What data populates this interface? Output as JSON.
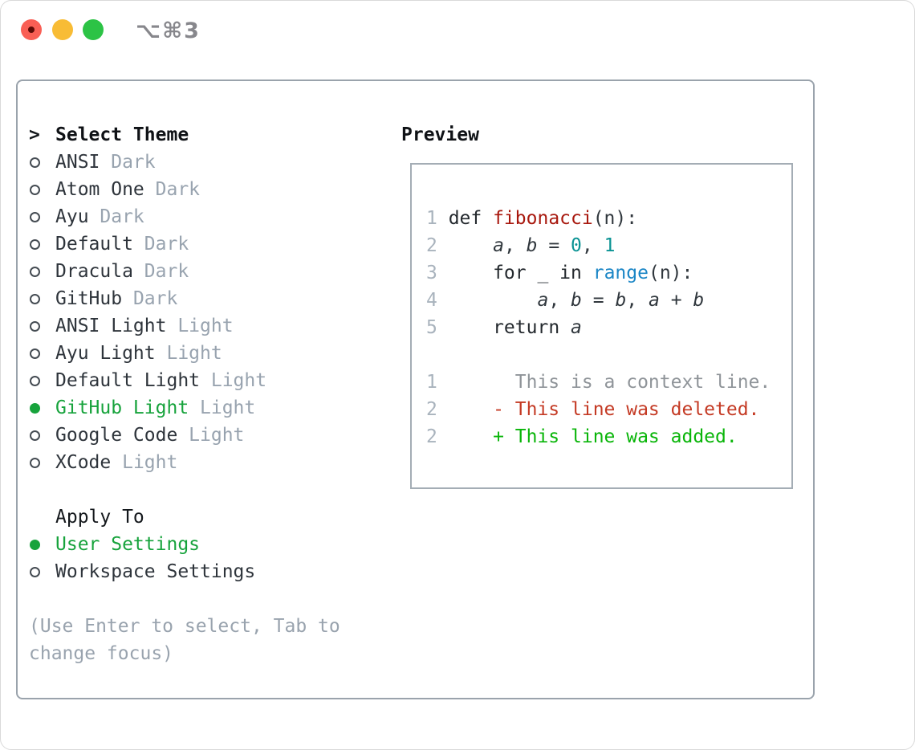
{
  "window": {
    "title": "⌥⌘3"
  },
  "colors": {
    "accent_green": "#17a33c",
    "added_green": "#09b509",
    "deleted_red": "#c43a24",
    "function_red": "#a8180e",
    "builtin_blue": "#1b86c6",
    "number_teal": "#0b9394",
    "muted_gray": "#98a3af",
    "border_gray": "#9aa3ac"
  },
  "theme_list": {
    "header": {
      "marker": ">",
      "label": "Select Theme"
    },
    "items": [
      {
        "name": "ANSI",
        "suffix": "Dark",
        "state": "normal"
      },
      {
        "name": "Atom One",
        "suffix": "Dark",
        "state": "normal"
      },
      {
        "name": "Ayu",
        "suffix": "Dark",
        "state": "normal"
      },
      {
        "name": "Default",
        "suffix": "Dark",
        "state": "normal"
      },
      {
        "name": "Dracula",
        "suffix": "Dark",
        "state": "normal"
      },
      {
        "name": "GitHub",
        "suffix": "Dark",
        "state": "normal"
      },
      {
        "name": "ANSI Light",
        "suffix": "Light",
        "state": "normal"
      },
      {
        "name": "Ayu Light",
        "suffix": "Light",
        "state": "normal"
      },
      {
        "name": "Default Light",
        "suffix": "Light",
        "state": "normal"
      },
      {
        "name": "GitHub Light",
        "suffix": "Light",
        "state": "selected"
      },
      {
        "name": "Google Code",
        "suffix": "Light",
        "state": "normal"
      },
      {
        "name": "XCode",
        "suffix": "Light",
        "state": "normal"
      }
    ]
  },
  "apply_to": {
    "header": "Apply To",
    "items": [
      {
        "name": "User Settings",
        "state": "selected"
      },
      {
        "name": "Workspace Settings",
        "state": "normal"
      }
    ]
  },
  "hint": {
    "line1": "(Use Enter to select, Tab to",
    "line2": "change focus)"
  },
  "preview": {
    "title": "Preview",
    "lines": [
      {
        "num": "1",
        "segs": [
          {
            "t": "def ",
            "s": "k"
          },
          {
            "t": "fibonacci",
            "s": "nf"
          },
          {
            "t": "(n):",
            "s": "p"
          }
        ]
      },
      {
        "num": "2",
        "segs": [
          {
            "t": "    ",
            "s": "p"
          },
          {
            "t": "a",
            "s": "v"
          },
          {
            "t": ", ",
            "s": "p"
          },
          {
            "t": "b",
            "s": "v"
          },
          {
            "t": " = ",
            "s": "p"
          },
          {
            "t": "0",
            "s": "m"
          },
          {
            "t": ", ",
            "s": "p"
          },
          {
            "t": "1",
            "s": "m"
          }
        ]
      },
      {
        "num": "3",
        "segs": [
          {
            "t": "    ",
            "s": "p"
          },
          {
            "t": "for",
            "s": "k"
          },
          {
            "t": " _ ",
            "s": "p"
          },
          {
            "t": "in",
            "s": "k"
          },
          {
            "t": " ",
            "s": "p"
          },
          {
            "t": "range",
            "s": "nb"
          },
          {
            "t": "(n):",
            "s": "p"
          }
        ]
      },
      {
        "num": "4",
        "segs": [
          {
            "t": "        ",
            "s": "p"
          },
          {
            "t": "a",
            "s": "v"
          },
          {
            "t": ", ",
            "s": "p"
          },
          {
            "t": "b",
            "s": "v"
          },
          {
            "t": " = ",
            "s": "p"
          },
          {
            "t": "b",
            "s": "v"
          },
          {
            "t": ", ",
            "s": "p"
          },
          {
            "t": "a",
            "s": "v"
          },
          {
            "t": " + ",
            "s": "p"
          },
          {
            "t": "b",
            "s": "v"
          }
        ]
      },
      {
        "num": "5",
        "segs": [
          {
            "t": "    ",
            "s": "p"
          },
          {
            "t": "return",
            "s": "k"
          },
          {
            "t": " ",
            "s": "p"
          },
          {
            "t": "a",
            "s": "v"
          }
        ]
      },
      {
        "num": "",
        "segs": []
      },
      {
        "num": "1",
        "segs": [
          {
            "t": "      This is a context line.",
            "s": "ctx"
          }
        ]
      },
      {
        "num": "2",
        "segs": [
          {
            "t": "    - This line was deleted.",
            "s": "del"
          }
        ]
      },
      {
        "num": "2",
        "segs": [
          {
            "t": "    + This line was added.",
            "s": "add"
          }
        ]
      }
    ]
  }
}
